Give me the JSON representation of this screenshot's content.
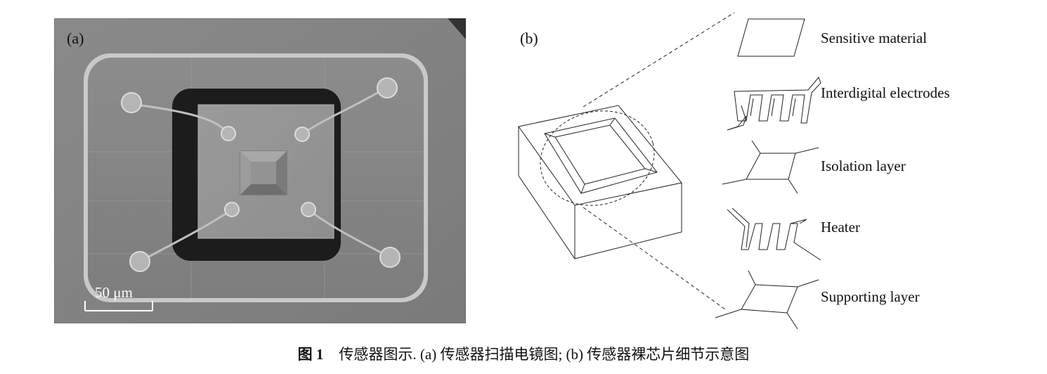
{
  "panel_a": {
    "label": "(a)",
    "scale_bar": "50 μm"
  },
  "panel_b": {
    "label": "(b)",
    "layers": [
      "Sensitive material",
      "Interdigital electrodes",
      "Isolation layer",
      "Heater",
      "Supporting layer"
    ]
  },
  "caption": {
    "figure_number": "图 1",
    "text": "传感器图示. (a) 传感器扫描电镜图; (b) 传感器裸芯片细节示意图"
  }
}
